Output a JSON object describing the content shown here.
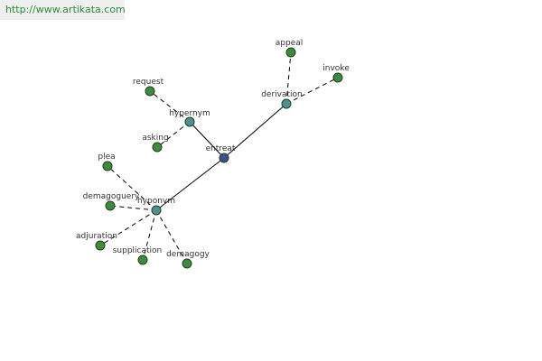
{
  "header": {
    "site_url": "http://www.artikata.com"
  },
  "colors": {
    "center_node": "#3f4f8f",
    "relation_node": "#4f9090",
    "leaf_node": "#3f8a3f",
    "edge": "#000000",
    "site_link": "#2e8b3a"
  },
  "graph": {
    "center": {
      "id": "entreat",
      "label": "entreat"
    },
    "relations": [
      {
        "id": "hypernym",
        "label": "hypernym"
      },
      {
        "id": "derivation",
        "label": "derivation"
      },
      {
        "id": "hyponym",
        "label": "hyponym"
      }
    ],
    "leaves": [
      {
        "id": "request",
        "label": "request",
        "parent": "hypernym"
      },
      {
        "id": "asking",
        "label": "asking",
        "parent": "hypernym"
      },
      {
        "id": "appeal",
        "label": "appeal",
        "parent": "derivation"
      },
      {
        "id": "invoke",
        "label": "invoke",
        "parent": "derivation"
      },
      {
        "id": "plea",
        "label": "plea",
        "parent": "hyponym"
      },
      {
        "id": "demagoguery",
        "label": "demagoguery",
        "parent": "hyponym"
      },
      {
        "id": "adjuration",
        "label": "adjuration",
        "parent": "hyponym"
      },
      {
        "id": "supplication",
        "label": "supplication",
        "parent": "hyponym"
      },
      {
        "id": "demagogy",
        "label": "demagogy",
        "parent": "hyponym"
      }
    ]
  }
}
